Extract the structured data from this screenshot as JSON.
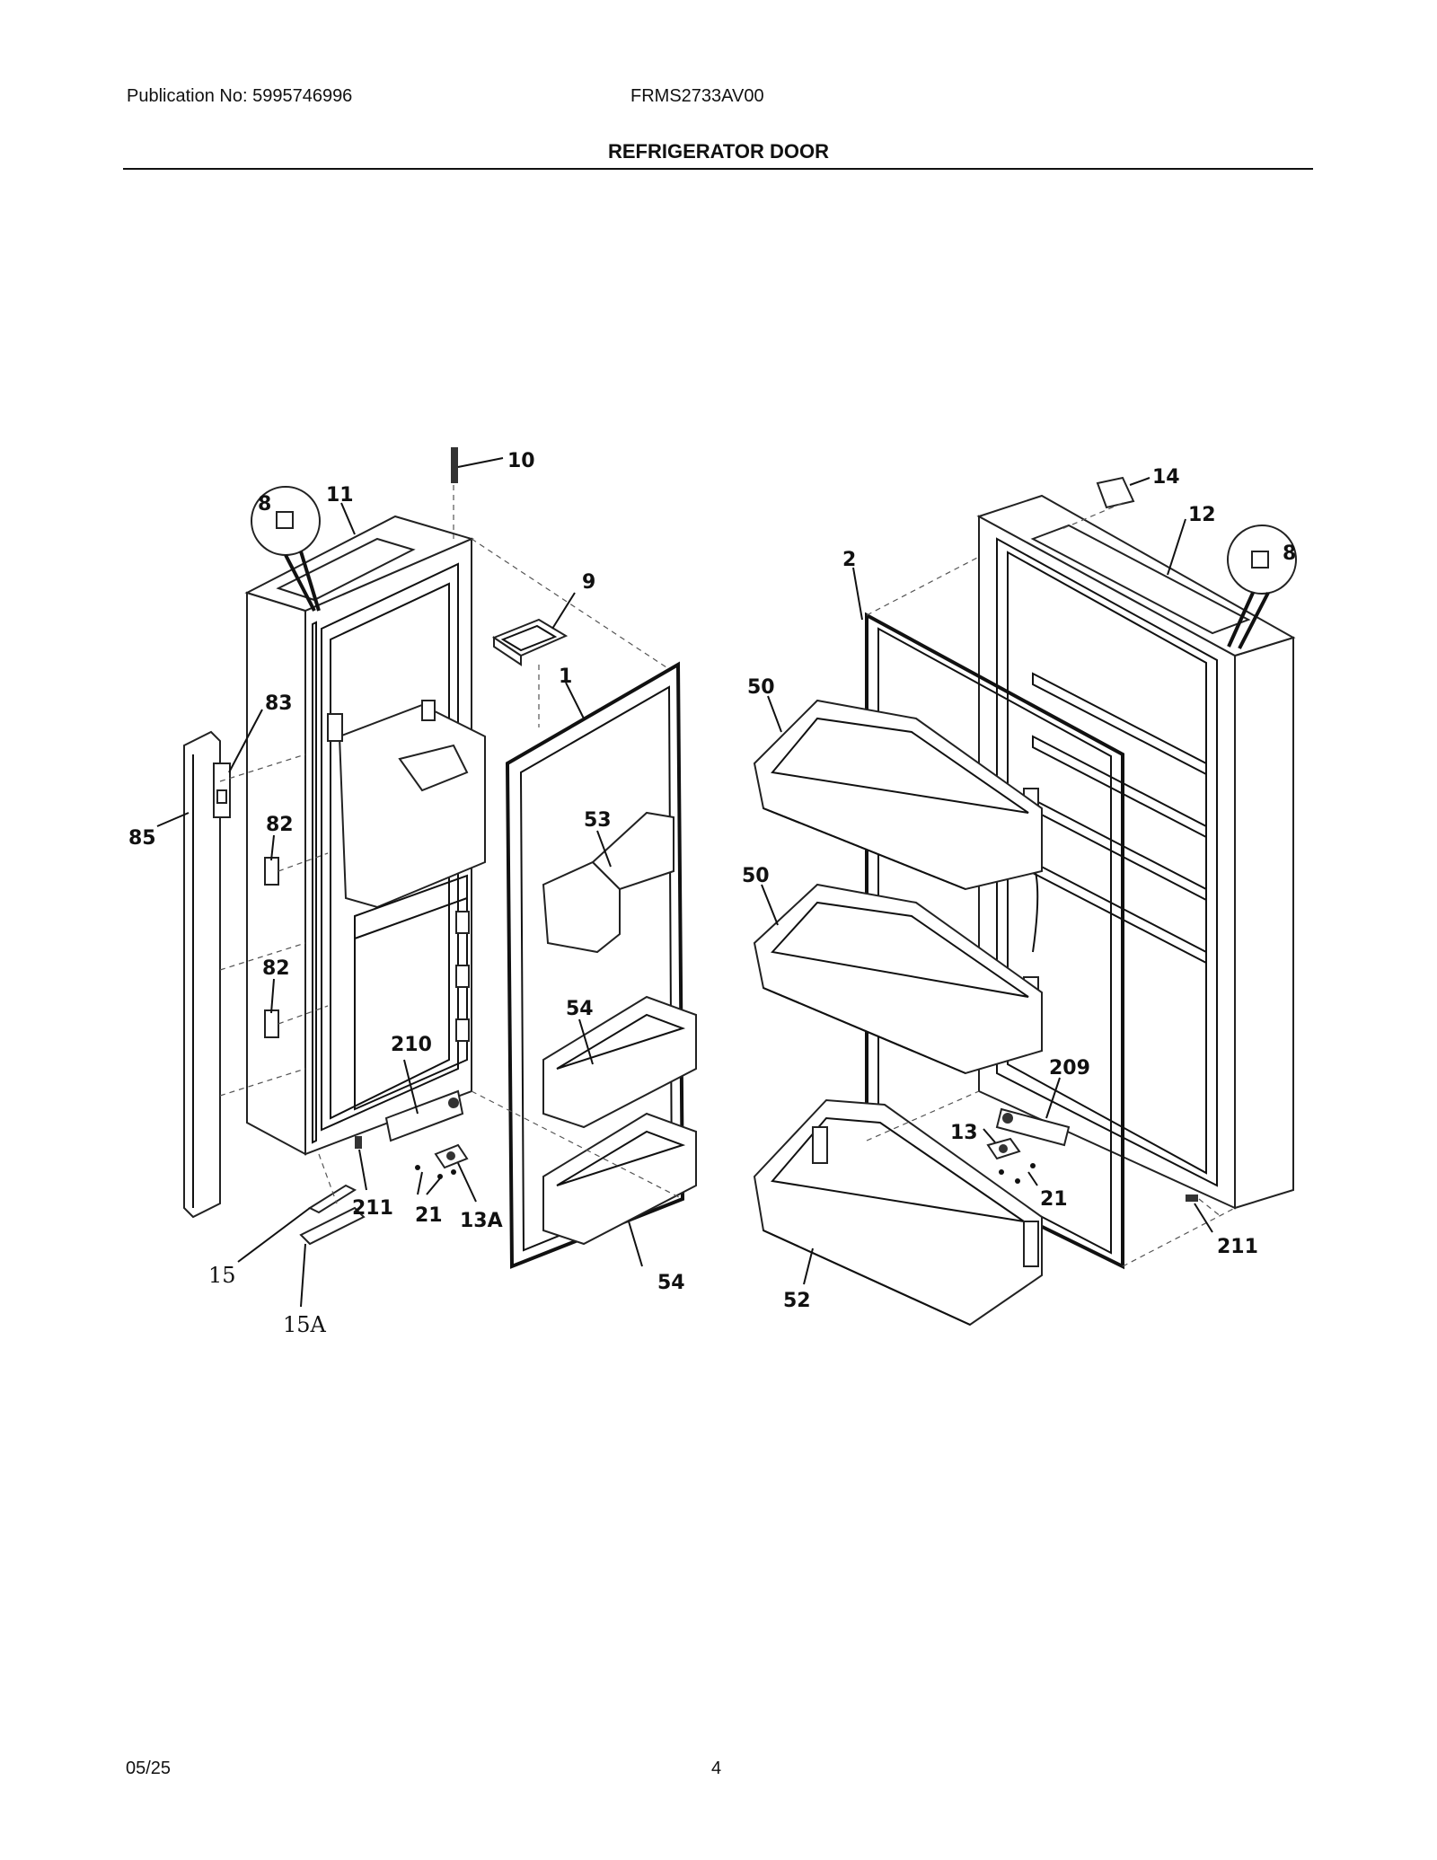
{
  "header": {
    "publication": "Publication No: 5995746996",
    "model": "FRMS2733AV00",
    "title": "REFRIGERATOR DOOR"
  },
  "footer": {
    "date": "05/25",
    "page": "4"
  },
  "callouts": [
    {
      "id": "c10",
      "text": "10"
    },
    {
      "id": "c11",
      "text": "11"
    },
    {
      "id": "c8a",
      "text": "8"
    },
    {
      "id": "c9",
      "text": "9"
    },
    {
      "id": "c1",
      "text": "1"
    },
    {
      "id": "c83",
      "text": "83"
    },
    {
      "id": "c85",
      "text": "85"
    },
    {
      "id": "c82a",
      "text": "82"
    },
    {
      "id": "c82b",
      "text": "82"
    },
    {
      "id": "c53",
      "text": "53"
    },
    {
      "id": "c54a",
      "text": "54"
    },
    {
      "id": "c54b",
      "text": "54"
    },
    {
      "id": "c210",
      "text": "210"
    },
    {
      "id": "c211a",
      "text": "211"
    },
    {
      "id": "c21a",
      "text": "21"
    },
    {
      "id": "c13A",
      "text": "13A"
    },
    {
      "id": "c15",
      "text": "15"
    },
    {
      "id": "c15A",
      "text": "15A"
    },
    {
      "id": "c14",
      "text": "14"
    },
    {
      "id": "c12",
      "text": "12"
    },
    {
      "id": "c8b",
      "text": "8"
    },
    {
      "id": "c2",
      "text": "2"
    },
    {
      "id": "c50a",
      "text": "50"
    },
    {
      "id": "c50b",
      "text": "50"
    },
    {
      "id": "c209",
      "text": "209"
    },
    {
      "id": "c13",
      "text": "13"
    },
    {
      "id": "c21b",
      "text": "21"
    },
    {
      "id": "c211b",
      "text": "211"
    },
    {
      "id": "c52",
      "text": "52"
    }
  ]
}
